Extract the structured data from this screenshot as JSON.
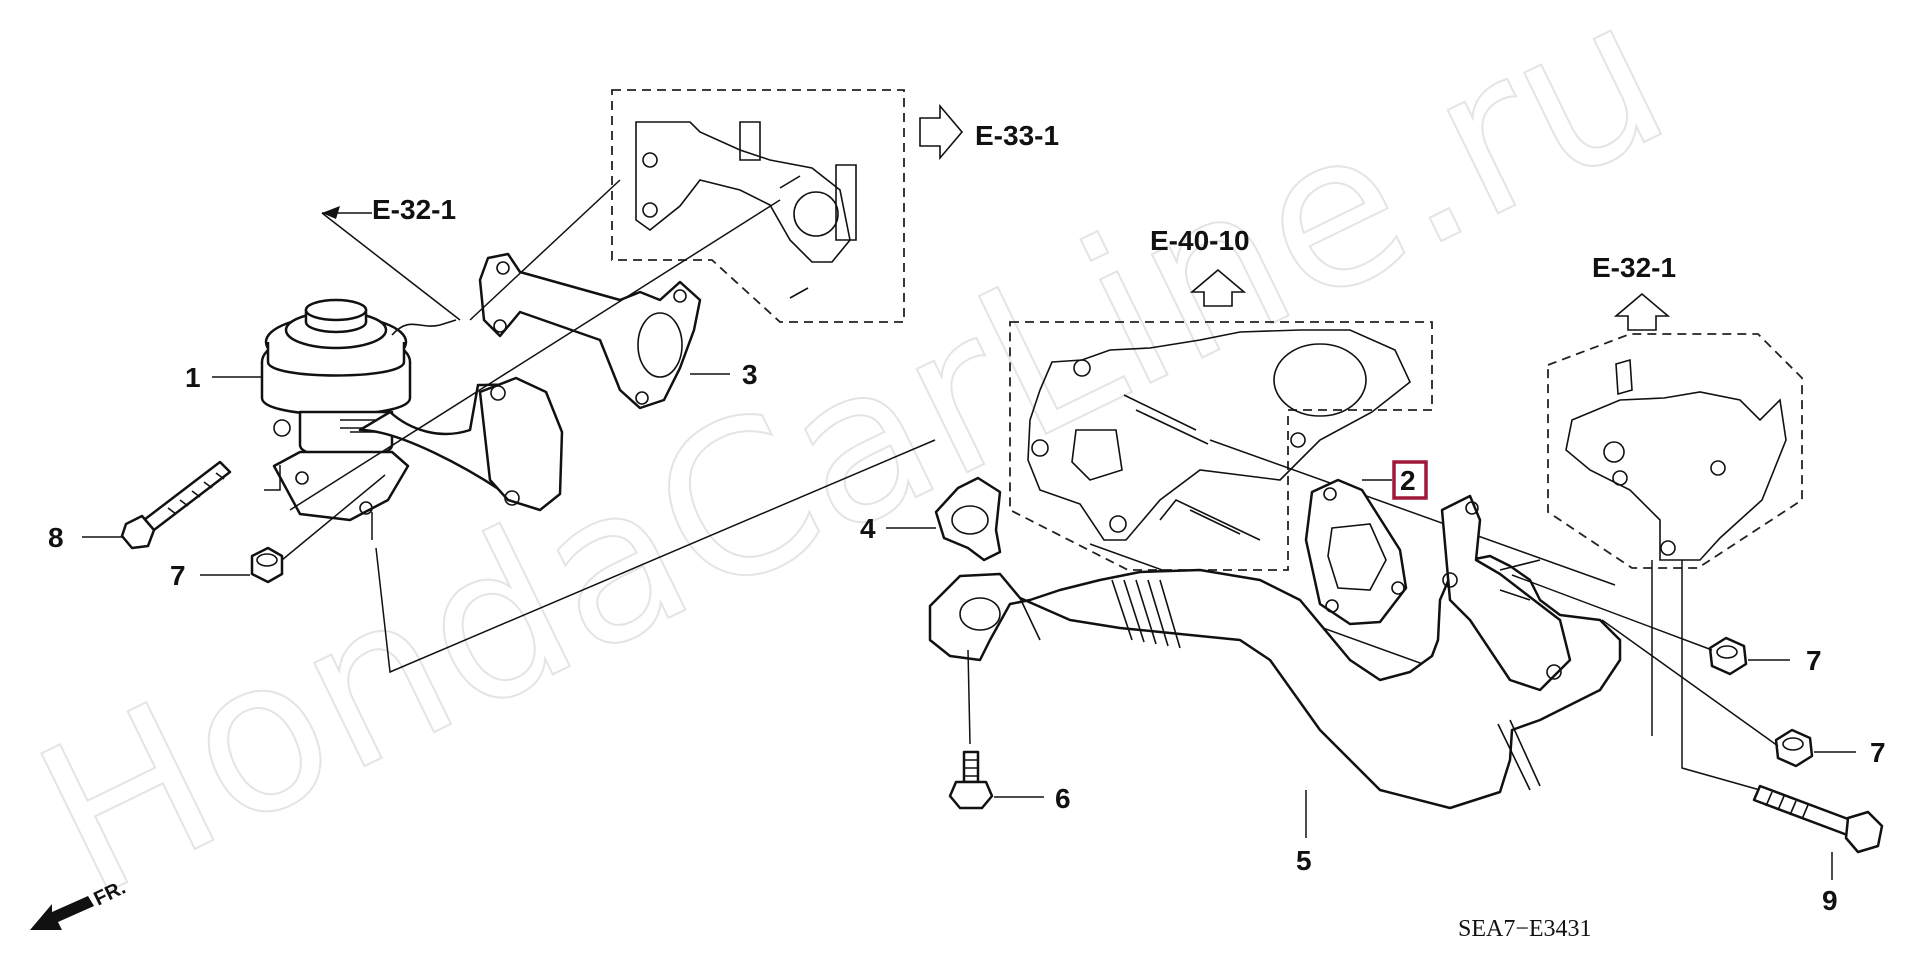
{
  "watermark": "HondaCarLine.ru",
  "diagram_code": "SEA7−E3431",
  "orientation_label": "FR.",
  "orientation_icon": "front-direction-arrow-icon",
  "callouts": {
    "e33_1": "E-33-1",
    "e32_1_left": "E-32-1",
    "e40_10": "E-40-10",
    "e32_1_right": "E-32-1"
  },
  "parts": {
    "p1": "1",
    "p2": "2",
    "p3": "3",
    "p4": "4",
    "p5": "5",
    "p6": "6",
    "p7a": "7",
    "p7b": "7",
    "p7c": "7",
    "p8": "8",
    "p9": "9"
  },
  "colors": {
    "highlight": "#a0183a",
    "line": "#111111",
    "watermark": "#e4e4e4"
  }
}
